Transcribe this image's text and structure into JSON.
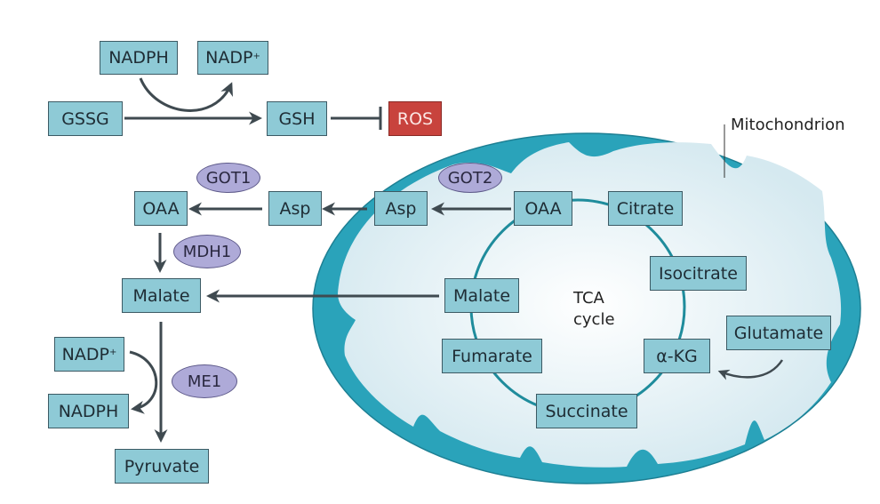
{
  "nodes": {
    "nadph_top": "NADPH",
    "nadp_top": "NADP",
    "nadp_top_sup": "+",
    "gssg": "GSSG",
    "gsh": "GSH",
    "ros": "ROS",
    "oaa_cyto": "OAA",
    "asp_cyto": "Asp",
    "asp_mito": "Asp",
    "oaa_mito": "OAA",
    "citrate": "Citrate",
    "isocitrate": "Isocitrate",
    "akg": "α-KG",
    "glutamate": "Glutamate",
    "succinate": "Succinate",
    "fumarate": "Fumarate",
    "malate_mito": "Malate",
    "malate_cyto": "Malate",
    "nadp_bottom": "NADP",
    "nadp_bottom_sup": "+",
    "nadph_bottom": "NADPH",
    "pyruvate": "Pyruvate"
  },
  "enzymes": {
    "got1": "GOT1",
    "got2": "GOT2",
    "mdh1": "MDH1",
    "me1": "ME1"
  },
  "labels": {
    "mitochondrion": "Mitochondrion",
    "tca_line1": "TCA",
    "tca_line2": "cycle"
  },
  "colors": {
    "node_fill": "#8ecad6",
    "enzyme_fill": "#aeaad8",
    "ros_fill": "#c8433d",
    "membrane": "#2aa3ba",
    "matrix": "#e3f1f6",
    "arrow": "#3f4a50"
  }
}
